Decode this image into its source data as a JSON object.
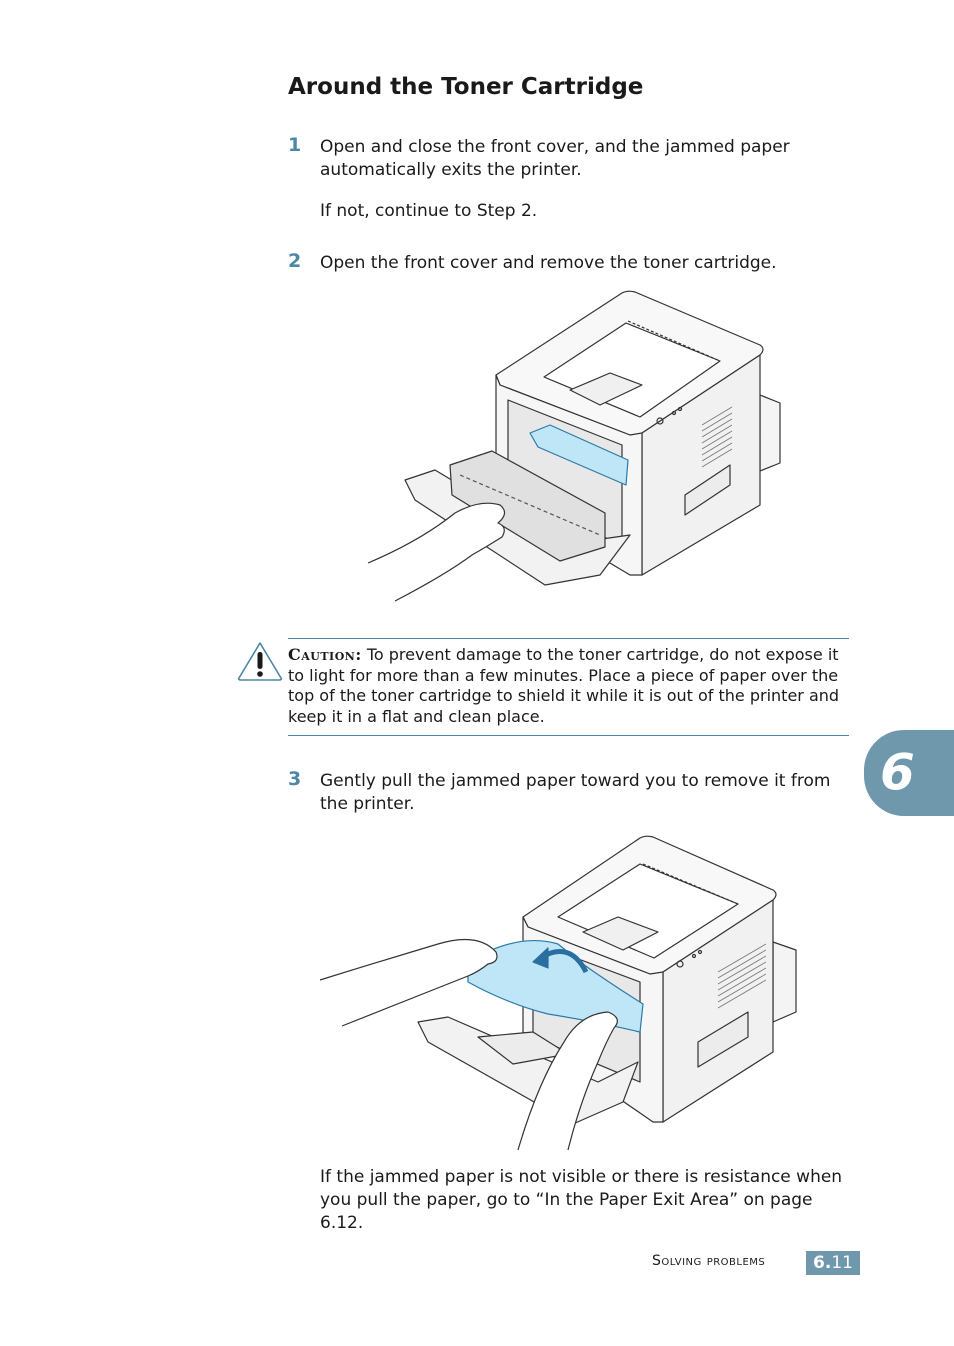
{
  "section": {
    "title": "Around the Toner Cartridge"
  },
  "steps": [
    {
      "number": "1",
      "text": "Open and close the front cover, and the jammed paper automatically exits the printer.",
      "note": "If not, continue to Step 2."
    },
    {
      "number": "2",
      "text": "Open the front cover and remove the toner cartridge."
    },
    {
      "number": "3",
      "text": "Gently pull the jammed paper toward you to remove it from the printer."
    }
  ],
  "caution": {
    "label": "Caution:",
    "text": "To prevent damage to the toner cartridge, do not expose it to light for more than a few minutes. Place a piece of paper over the top of the toner cartridge to shield it while it is out of the printer and keep it in a flat and clean place.",
    "icon": "caution-icon"
  },
  "closing_text": "If the jammed paper is not visible or there is resistance when you pull the paper, go to “In the Paper Exit Area” on page 6.12.",
  "chapter_tab": {
    "number": "6"
  },
  "footer": {
    "section_label": "Solving problems",
    "page_chapter": "6.",
    "page_number": "11"
  },
  "colors": {
    "accent": "#4e86a6",
    "tab": "#6f98ad",
    "highlight": "#bfe6f7"
  }
}
